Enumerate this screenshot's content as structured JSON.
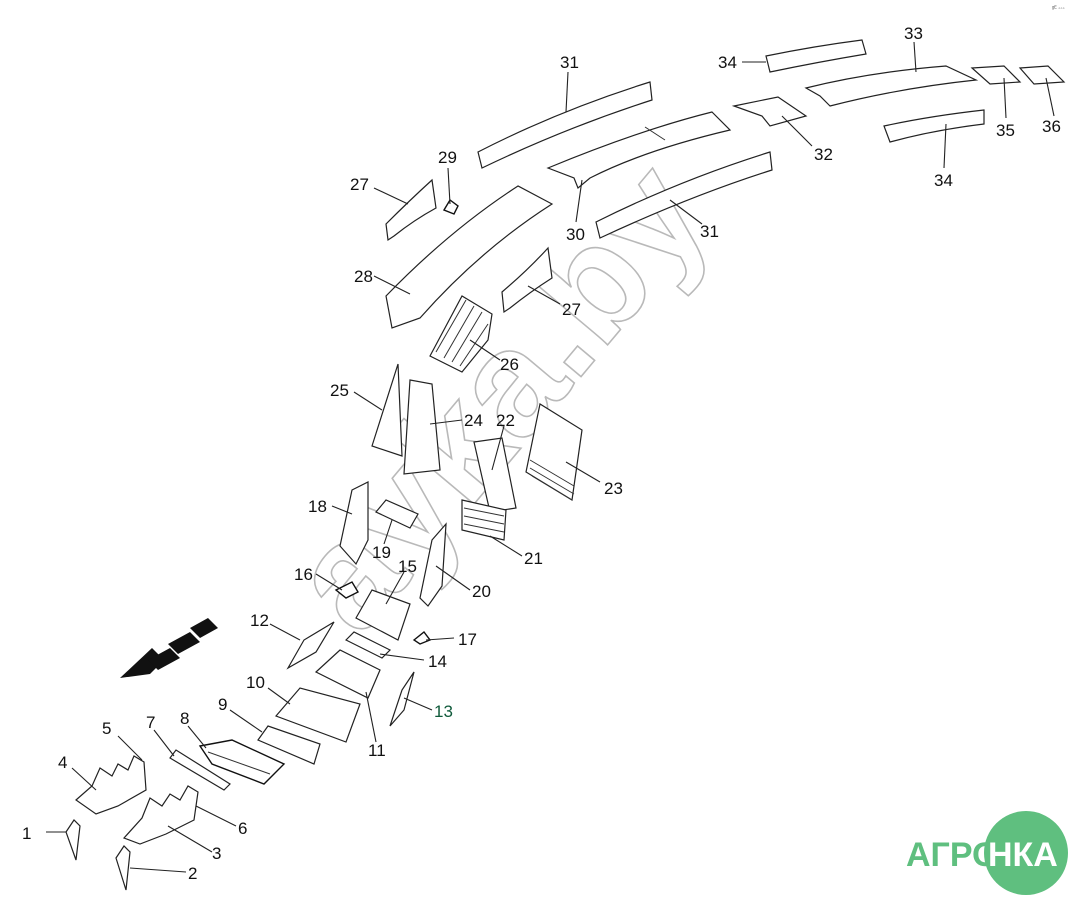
{
  "watermark": "ayka.by",
  "corner_mark": "ᵍᴱ ◦◦◦",
  "logo": {
    "part1": "АГРО",
    "part2": "НКА",
    "circle_color": "#5fbf7f"
  },
  "callouts": {
    "c1": "1",
    "c2": "2",
    "c3": "3",
    "c4": "4",
    "c5": "5",
    "c6": "6",
    "c7": "7",
    "c8": "8",
    "c9": "9",
    "c10": "10",
    "c11": "11",
    "c12": "12",
    "c13": "13",
    "c14": "14",
    "c15": "15",
    "c16": "16",
    "c17": "17",
    "c18": "18",
    "c19": "19",
    "c20": "20",
    "c21": "21",
    "c22": "22",
    "c23": "23",
    "c24": "24",
    "c25": "25",
    "c26": "26",
    "c27a": "27",
    "c27b": "27",
    "c28": "28",
    "c29": "29",
    "c30": "30",
    "c31a": "31",
    "c31b": "31",
    "c32": "32",
    "c33": "33",
    "c34a": "34",
    "c34b": "34",
    "c35": "35",
    "c36": "36"
  },
  "colors": {
    "line": "#222222",
    "label_13": "#0f5a3a",
    "watermark": "#b9b9b9",
    "logo": "#5fbf7f"
  },
  "icons": {
    "direction_arrow": "dashed-arrow-left-down-icon"
  }
}
